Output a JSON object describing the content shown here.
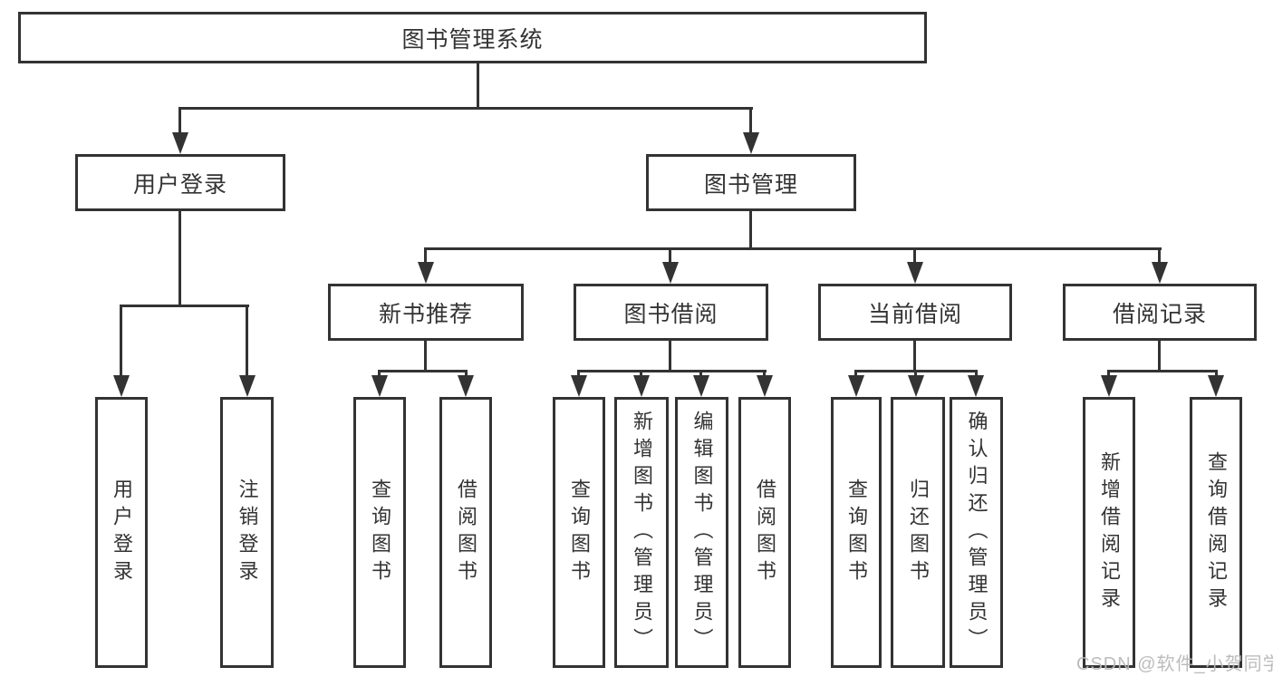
{
  "diagram": {
    "type": "hierarchy-tree",
    "title": "图书管理系统",
    "watermark": "CSDN @软件_小贺同学",
    "colors": {
      "line": "#333333",
      "text": "#333333",
      "box_background": "#ffffff",
      "page_background": "#ffffff",
      "watermark": "#b8b8b8"
    },
    "tree": {
      "label": "图书管理系统",
      "children": [
        {
          "label": "用户登录",
          "children": [
            {
              "label": "用户登录"
            },
            {
              "label": "注销登录"
            }
          ]
        },
        {
          "label": "图书管理",
          "children": [
            {
              "label": "新书推荐",
              "children": [
                {
                  "label": "查询图书"
                },
                {
                  "label": "借阅图书"
                }
              ]
            },
            {
              "label": "图书借阅",
              "children": [
                {
                  "label": "查询图书"
                },
                {
                  "label": "新增图书（管理员）"
                },
                {
                  "label": "编辑图书（管理员）"
                },
                {
                  "label": "借阅图书"
                }
              ]
            },
            {
              "label": "当前借阅",
              "children": [
                {
                  "label": "查询图书"
                },
                {
                  "label": "归还图书"
                },
                {
                  "label": "确认归还（管理员）"
                }
              ]
            },
            {
              "label": "借阅记录",
              "children": [
                {
                  "label": "新增借阅记录"
                },
                {
                  "label": "查询借阅记录"
                }
              ]
            }
          ]
        }
      ]
    }
  }
}
